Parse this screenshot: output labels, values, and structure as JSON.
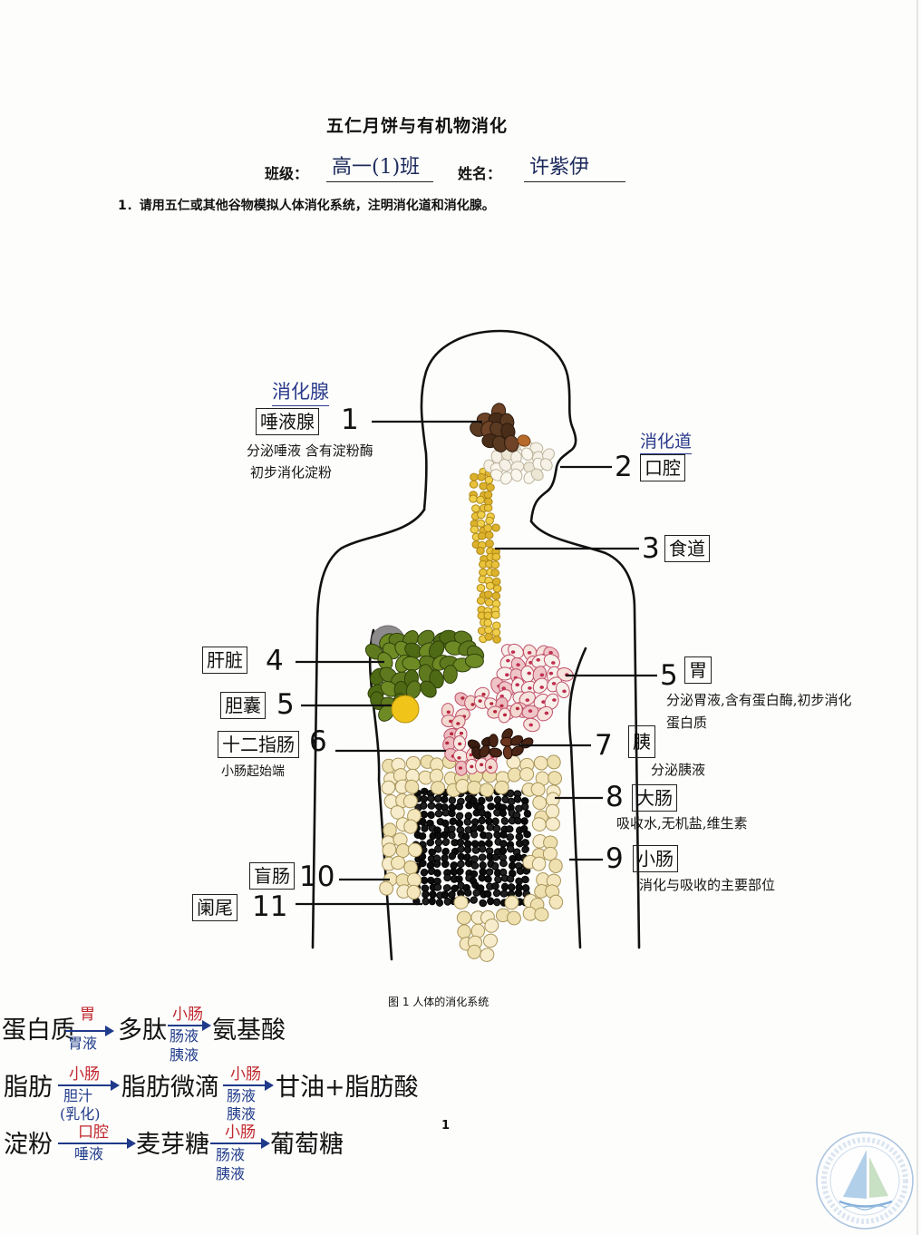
{
  "title": "五仁月饼与有机物消化",
  "header": {
    "class_label": "班级：",
    "class_value": "高一(1)班",
    "name_label": "姓名：",
    "name_value": "许紫伊"
  },
  "question": "1．请用五仁或其他谷物模拟人体消化系统，注明消化道和消化腺。",
  "diagram": {
    "left_heading": "消化腺",
    "right_heading": "消化道",
    "labels": [
      {
        "num": "1",
        "name": "唾液腺",
        "notes": [
          "分泌唾液 含有淀粉酶",
          "初步消化淀粉"
        ]
      },
      {
        "num": "2",
        "name": "口腔"
      },
      {
        "num": "3",
        "name": "食道"
      },
      {
        "num": "4",
        "name": "肝脏"
      },
      {
        "num": "5",
        "name": "胆囊"
      },
      {
        "num": "6",
        "name": "十二指肠",
        "notes": [
          "小肠起始端"
        ]
      },
      {
        "num": "5",
        "name": "胃",
        "notes": [
          "分泌胃液,含有蛋白酶,初步消化",
          "蛋白质"
        ]
      },
      {
        "num": "7",
        "name": "胰",
        "notes": [
          "分泌胰液"
        ]
      },
      {
        "num": "8",
        "name": "大肠",
        "notes": [
          "吸收水,无机盐,维生素"
        ]
      },
      {
        "num": "9",
        "name": "小肠",
        "notes": [
          "消化与吸收的主要部位"
        ]
      },
      {
        "num": "10",
        "name": "盲肠"
      },
      {
        "num": "11",
        "name": "阑尾"
      }
    ]
  },
  "caption": "图 1 人体的消化系统",
  "page_number": "1",
  "equations": [
    {
      "start": "蛋白质",
      "step1_top": "胃",
      "step1_bottom": [
        "胃液"
      ],
      "middle": "多肽",
      "step2_top": "小肠",
      "step2_bottom": [
        "肠液",
        "胰液"
      ],
      "end": "氨基酸"
    },
    {
      "start": "脂肪",
      "step1_top": "小肠",
      "step1_bottom": [
        "胆汁",
        "(乳化)"
      ],
      "middle": "脂肪微滴",
      "step2_top": "小肠",
      "step2_bottom": [
        "肠液",
        "胰液"
      ],
      "end": "甘油+脂肪酸"
    },
    {
      "start": "淀粉",
      "step1_top": "口腔",
      "step1_bottom": [
        "唾液"
      ],
      "middle": "麦芽糖",
      "step2_top": "小肠",
      "step2_bottom": [
        "肠液",
        "胰液"
      ],
      "end": "葡萄糖"
    }
  ],
  "colors": {
    "enzyme_site": "#c0262d",
    "digestive_juice": "#1f3a8a",
    "heading_ink": "#2b3b8c"
  }
}
